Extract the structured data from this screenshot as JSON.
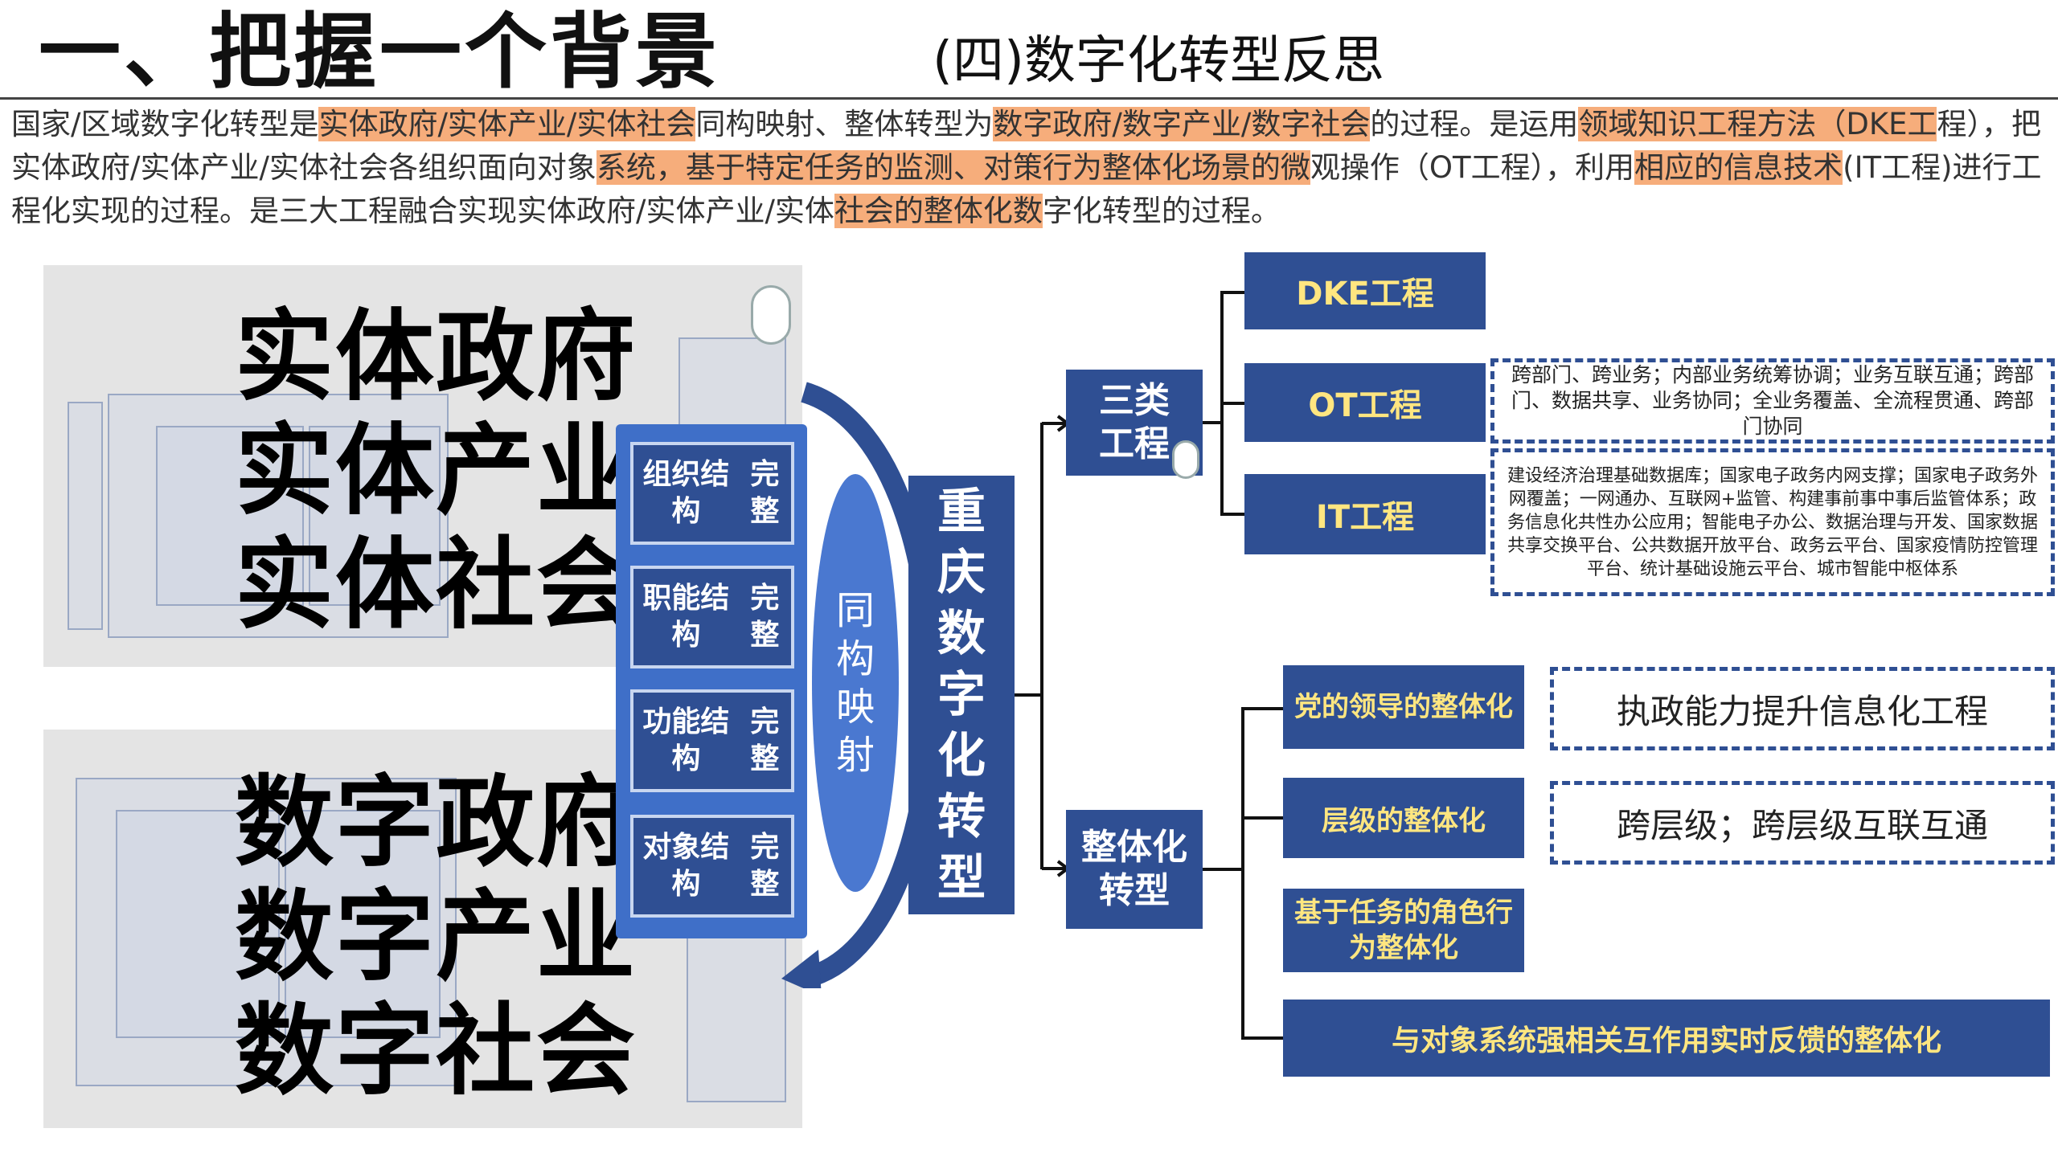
{
  "header": {
    "title": "一、把握一个背景",
    "subtitle": "(四)数字化转型反思"
  },
  "intro": {
    "p1": "国家/区域数字化转型是",
    "h1": "实体政府/实体产业/实体社会",
    "p2": "同构映射、整体转型为",
    "h2": "数字政府/数字产业/数字社会",
    "p3": "的过程。是运用",
    "h3": "领域知识工程方法（DKE工",
    "p4": "程），把实体政府/实体产业/实体社会各组织面向对象",
    "h4": "系统，基于特定任务的监测、对策行为整体化场景的微",
    "p5": "观操作（OT工程），利用",
    "h5": "相应的信息技术",
    "p6": "(IT工程)进行工程化实现的过程。是三大工程融合实现实体政府/实体产业/实体",
    "h6": "社会的整体化数",
    "p7": "字化转型的过程。"
  },
  "left": {
    "physical": [
      "实体政府",
      "实体产业",
      "实体社会"
    ],
    "digital": [
      "数字政府",
      "数字产业",
      "数字社会"
    ]
  },
  "structures": [
    "组织结构完整",
    "职能结构完整",
    "功能结构完整",
    "对象结构完整"
  ],
  "mapping_label": "同构映射",
  "center": "重庆数字化转型",
  "three_engineering": {
    "label": "三类工程",
    "items": [
      "DKE工程",
      "OT工程",
      "IT工程"
    ],
    "ot_desc": "跨部门、跨业务；内部业务统筹协调；业务互联互通；跨部门、数据共享、业务协同；全业务覆盖、全流程贯通、跨部门协同",
    "it_desc": "建设经济治理基础数据库；国家电子政务内网支撑；国家电子政务外网覆盖；一网通办、互联网+监管、构建事前事中事后监管体系；政务信息化共性办公应用；智能电子办公、数据治理与开发、国家数据共享交换平台、公共数据开放平台、政务云平台、国家疫情防控管理平台、统计基础设施云平台、城市智能中枢体系"
  },
  "holistic": {
    "label": "整体化转型",
    "items": [
      "党的领导的整体化",
      "层级的整体化",
      "基于任务的角色行为整体化",
      "与对象系统强相关互作用实时反馈的整体化"
    ],
    "desc1": "执政能力提升信息化工程",
    "desc2": "跨层级；跨层级互联互通"
  },
  "colors": {
    "navy": "#2f4f93",
    "bright_blue": "#3f6fc8",
    "highlight": "#f6ad7b",
    "yellow_text": "#ffe680"
  }
}
